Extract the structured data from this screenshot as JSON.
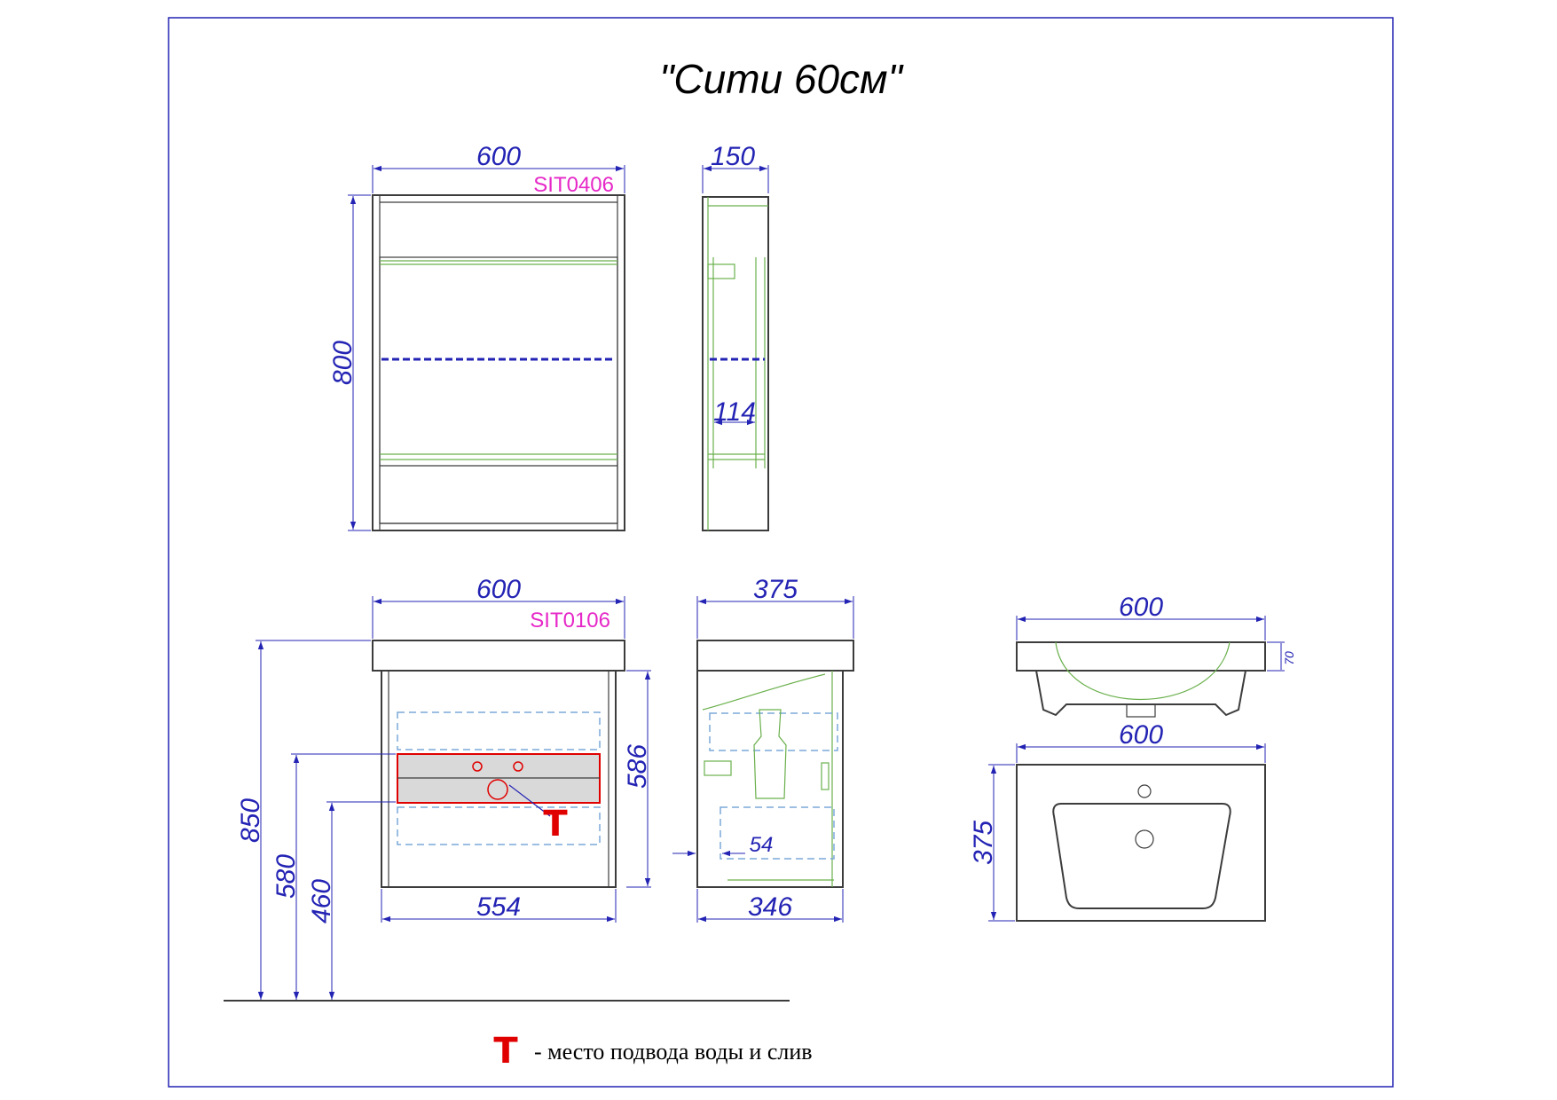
{
  "title": "\"Сити 60см\"",
  "mirror_cabinet": {
    "code": "SIT0406",
    "front": {
      "width": "600",
      "height": "800"
    },
    "side": {
      "depth": "150",
      "inner": "114"
    }
  },
  "vanity": {
    "code": "SIT0106",
    "front": {
      "width": "600",
      "inner_width": "554",
      "height": "586",
      "total_height": "850",
      "pipe_height": "580",
      "drain_height": "460",
      "supply_marker": "Т"
    },
    "side": {
      "depth": "375",
      "inner_depth": "346",
      "offset": "54"
    }
  },
  "basin": {
    "front": {
      "width": "600",
      "height": "70"
    },
    "top": {
      "width": "600",
      "depth": "375"
    }
  },
  "legend": {
    "marker": "Т",
    "text": "- место подвода воды и слив"
  },
  "colors": {
    "frame": "#2323b4",
    "dimension": "#2323b4",
    "product_code": "#e628c8",
    "supply_marker": "#e00000",
    "hidden_lines": "#6ab04c"
  }
}
